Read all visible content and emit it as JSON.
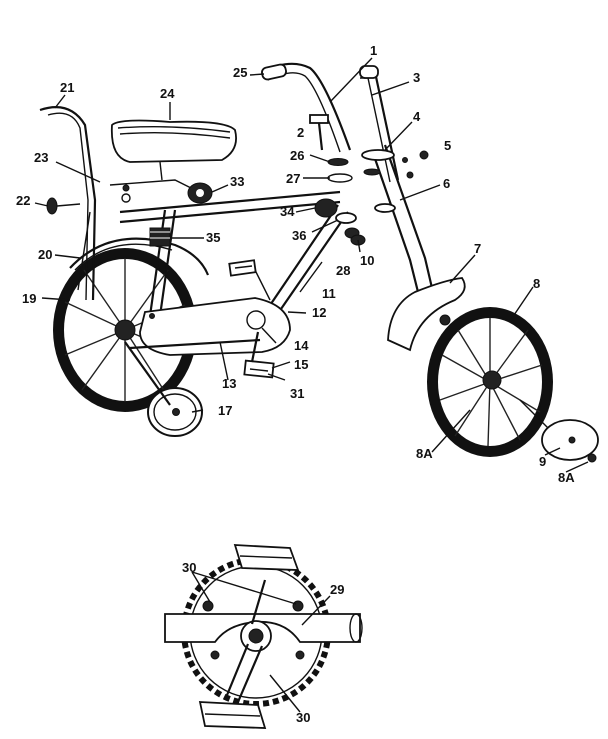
{
  "callouts": {
    "c1": "1",
    "c2": "2",
    "c3": "3",
    "c4": "4",
    "c5": "5",
    "c6": "6",
    "c7": "7",
    "c8": "8",
    "c8a_front": "8A",
    "c9": "9",
    "c8a_cap": "8A",
    "c10": "10",
    "c11": "11",
    "c12": "12",
    "c13": "13",
    "c14": "14",
    "c15": "15",
    "c17": "17",
    "c19": "19",
    "c20": "20",
    "c21": "21",
    "c22": "22",
    "c23": "23",
    "c24": "24",
    "c25": "25",
    "c26": "26",
    "c27": "27",
    "c28": "28",
    "c29": "29",
    "c30_top": "30",
    "c30_bottom": "30",
    "c31": "31",
    "c33": "33",
    "c34": "34",
    "c35": "35",
    "c36": "36"
  }
}
